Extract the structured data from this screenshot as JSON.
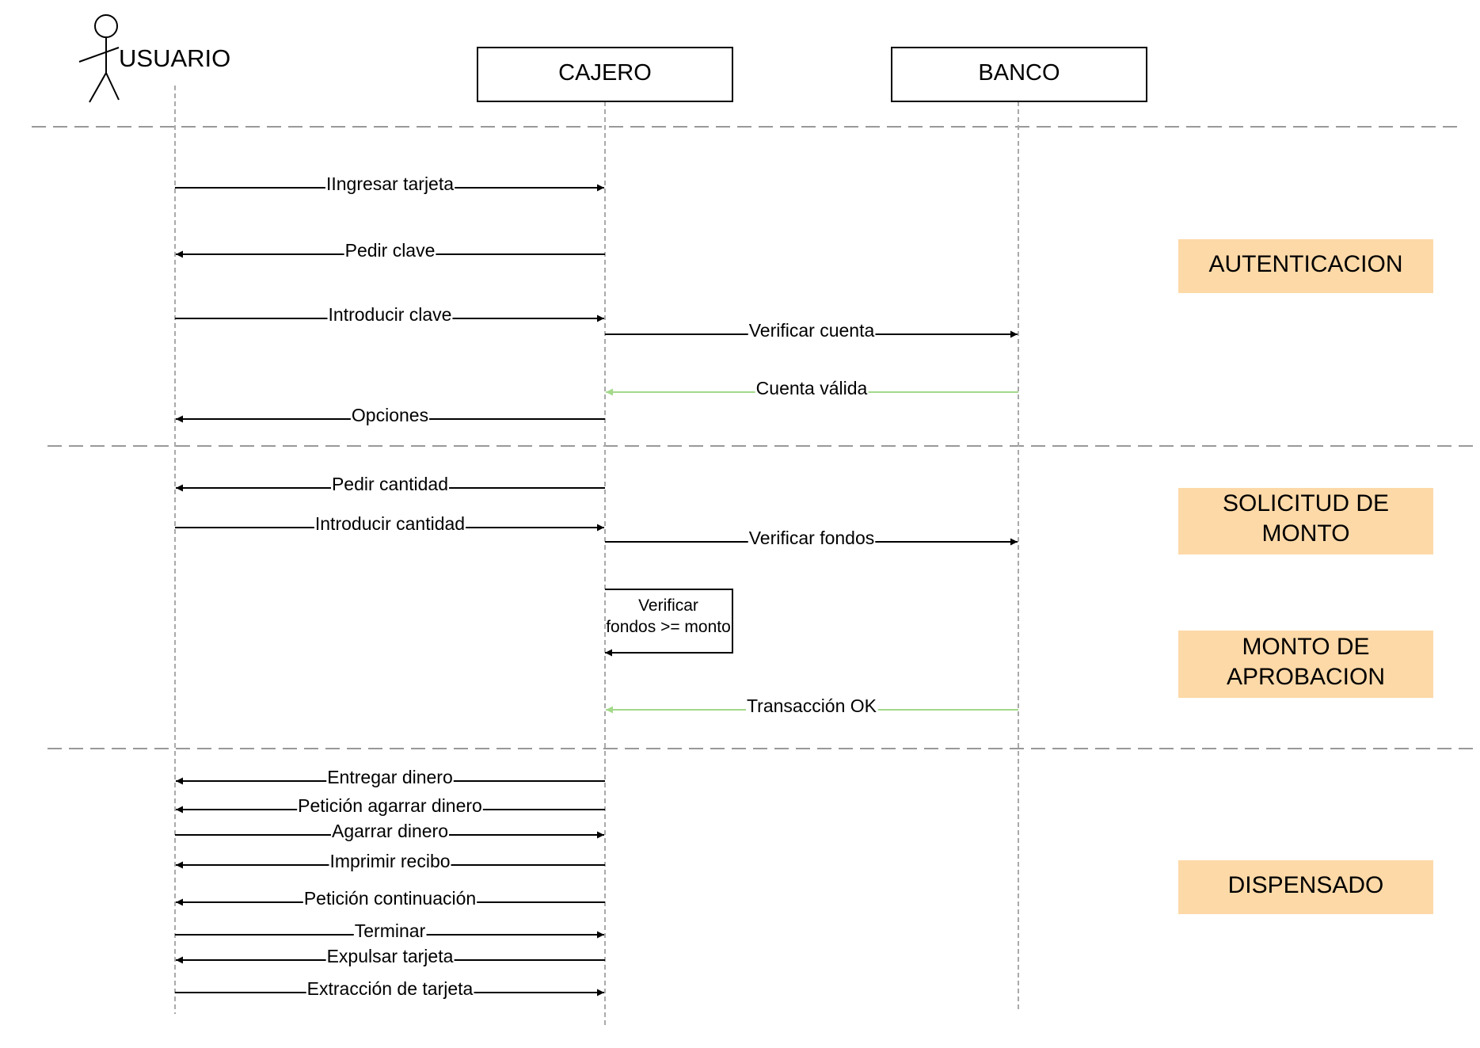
{
  "actors": {
    "usuario": "USUARIO",
    "cajero": "CAJERO",
    "banco": "BANCO"
  },
  "phases": {
    "autenticacion": [
      "AUTENTICACION"
    ],
    "solicitud": [
      "SOLICITUD DE",
      "MONTO"
    ],
    "aprobacion": [
      "MONTO DE",
      "APROBACION"
    ],
    "dispensado": [
      "DISPENSADO"
    ]
  },
  "messages": [
    {
      "text": "IIngresar tarjeta",
      "from": "usuario",
      "to": "cajero",
      "style": "sync"
    },
    {
      "text": "Pedir clave",
      "from": "cajero",
      "to": "usuario",
      "style": "sync"
    },
    {
      "text": "Introducir clave",
      "from": "usuario",
      "to": "cajero",
      "style": "sync"
    },
    {
      "text": "Verificar cuenta",
      "from": "cajero",
      "to": "banco",
      "style": "sync"
    },
    {
      "text": "Cuenta válida",
      "from": "banco",
      "to": "cajero",
      "style": "reply"
    },
    {
      "text": "Opciones",
      "from": "cajero",
      "to": "usuario",
      "style": "sync"
    },
    {
      "text": "Pedir cantidad",
      "from": "cajero",
      "to": "usuario",
      "style": "sync"
    },
    {
      "text": "Introducir cantidad",
      "from": "usuario",
      "to": "cajero",
      "style": "sync"
    },
    {
      "text": "Verificar fondos",
      "from": "cajero",
      "to": "banco",
      "style": "sync"
    },
    {
      "text": "Transacción OK",
      "from": "banco",
      "to": "cajero",
      "style": "reply"
    },
    {
      "text": "Entregar dinero",
      "from": "cajero",
      "to": "usuario",
      "style": "sync"
    },
    {
      "text": "Petición agarrar dinero",
      "from": "cajero",
      "to": "usuario",
      "style": "sync"
    },
    {
      "text": "Agarrar dinero",
      "from": "usuario",
      "to": "cajero",
      "style": "sync"
    },
    {
      "text": "Imprimir recibo",
      "from": "cajero",
      "to": "usuario",
      "style": "sync"
    },
    {
      "text": "Petición continuación",
      "from": "cajero",
      "to": "usuario",
      "style": "sync"
    },
    {
      "text": "Terminar",
      "from": "usuario",
      "to": "cajero",
      "style": "sync"
    },
    {
      "text": "Expulsar tarjeta",
      "from": "cajero",
      "to": "usuario",
      "style": "sync"
    },
    {
      "text": "Extracción de tarjeta",
      "from": "usuario",
      "to": "cajero",
      "style": "sync"
    }
  ],
  "self_message": {
    "lines": [
      "Verificar",
      "fondos >= monto"
    ],
    "on": "cajero"
  },
  "colors": {
    "line": "#000000",
    "lifeline": "#aaaaaa",
    "separator": "#999999",
    "reply": "#a3d98a",
    "phase_fill": "#fdd9a8"
  }
}
